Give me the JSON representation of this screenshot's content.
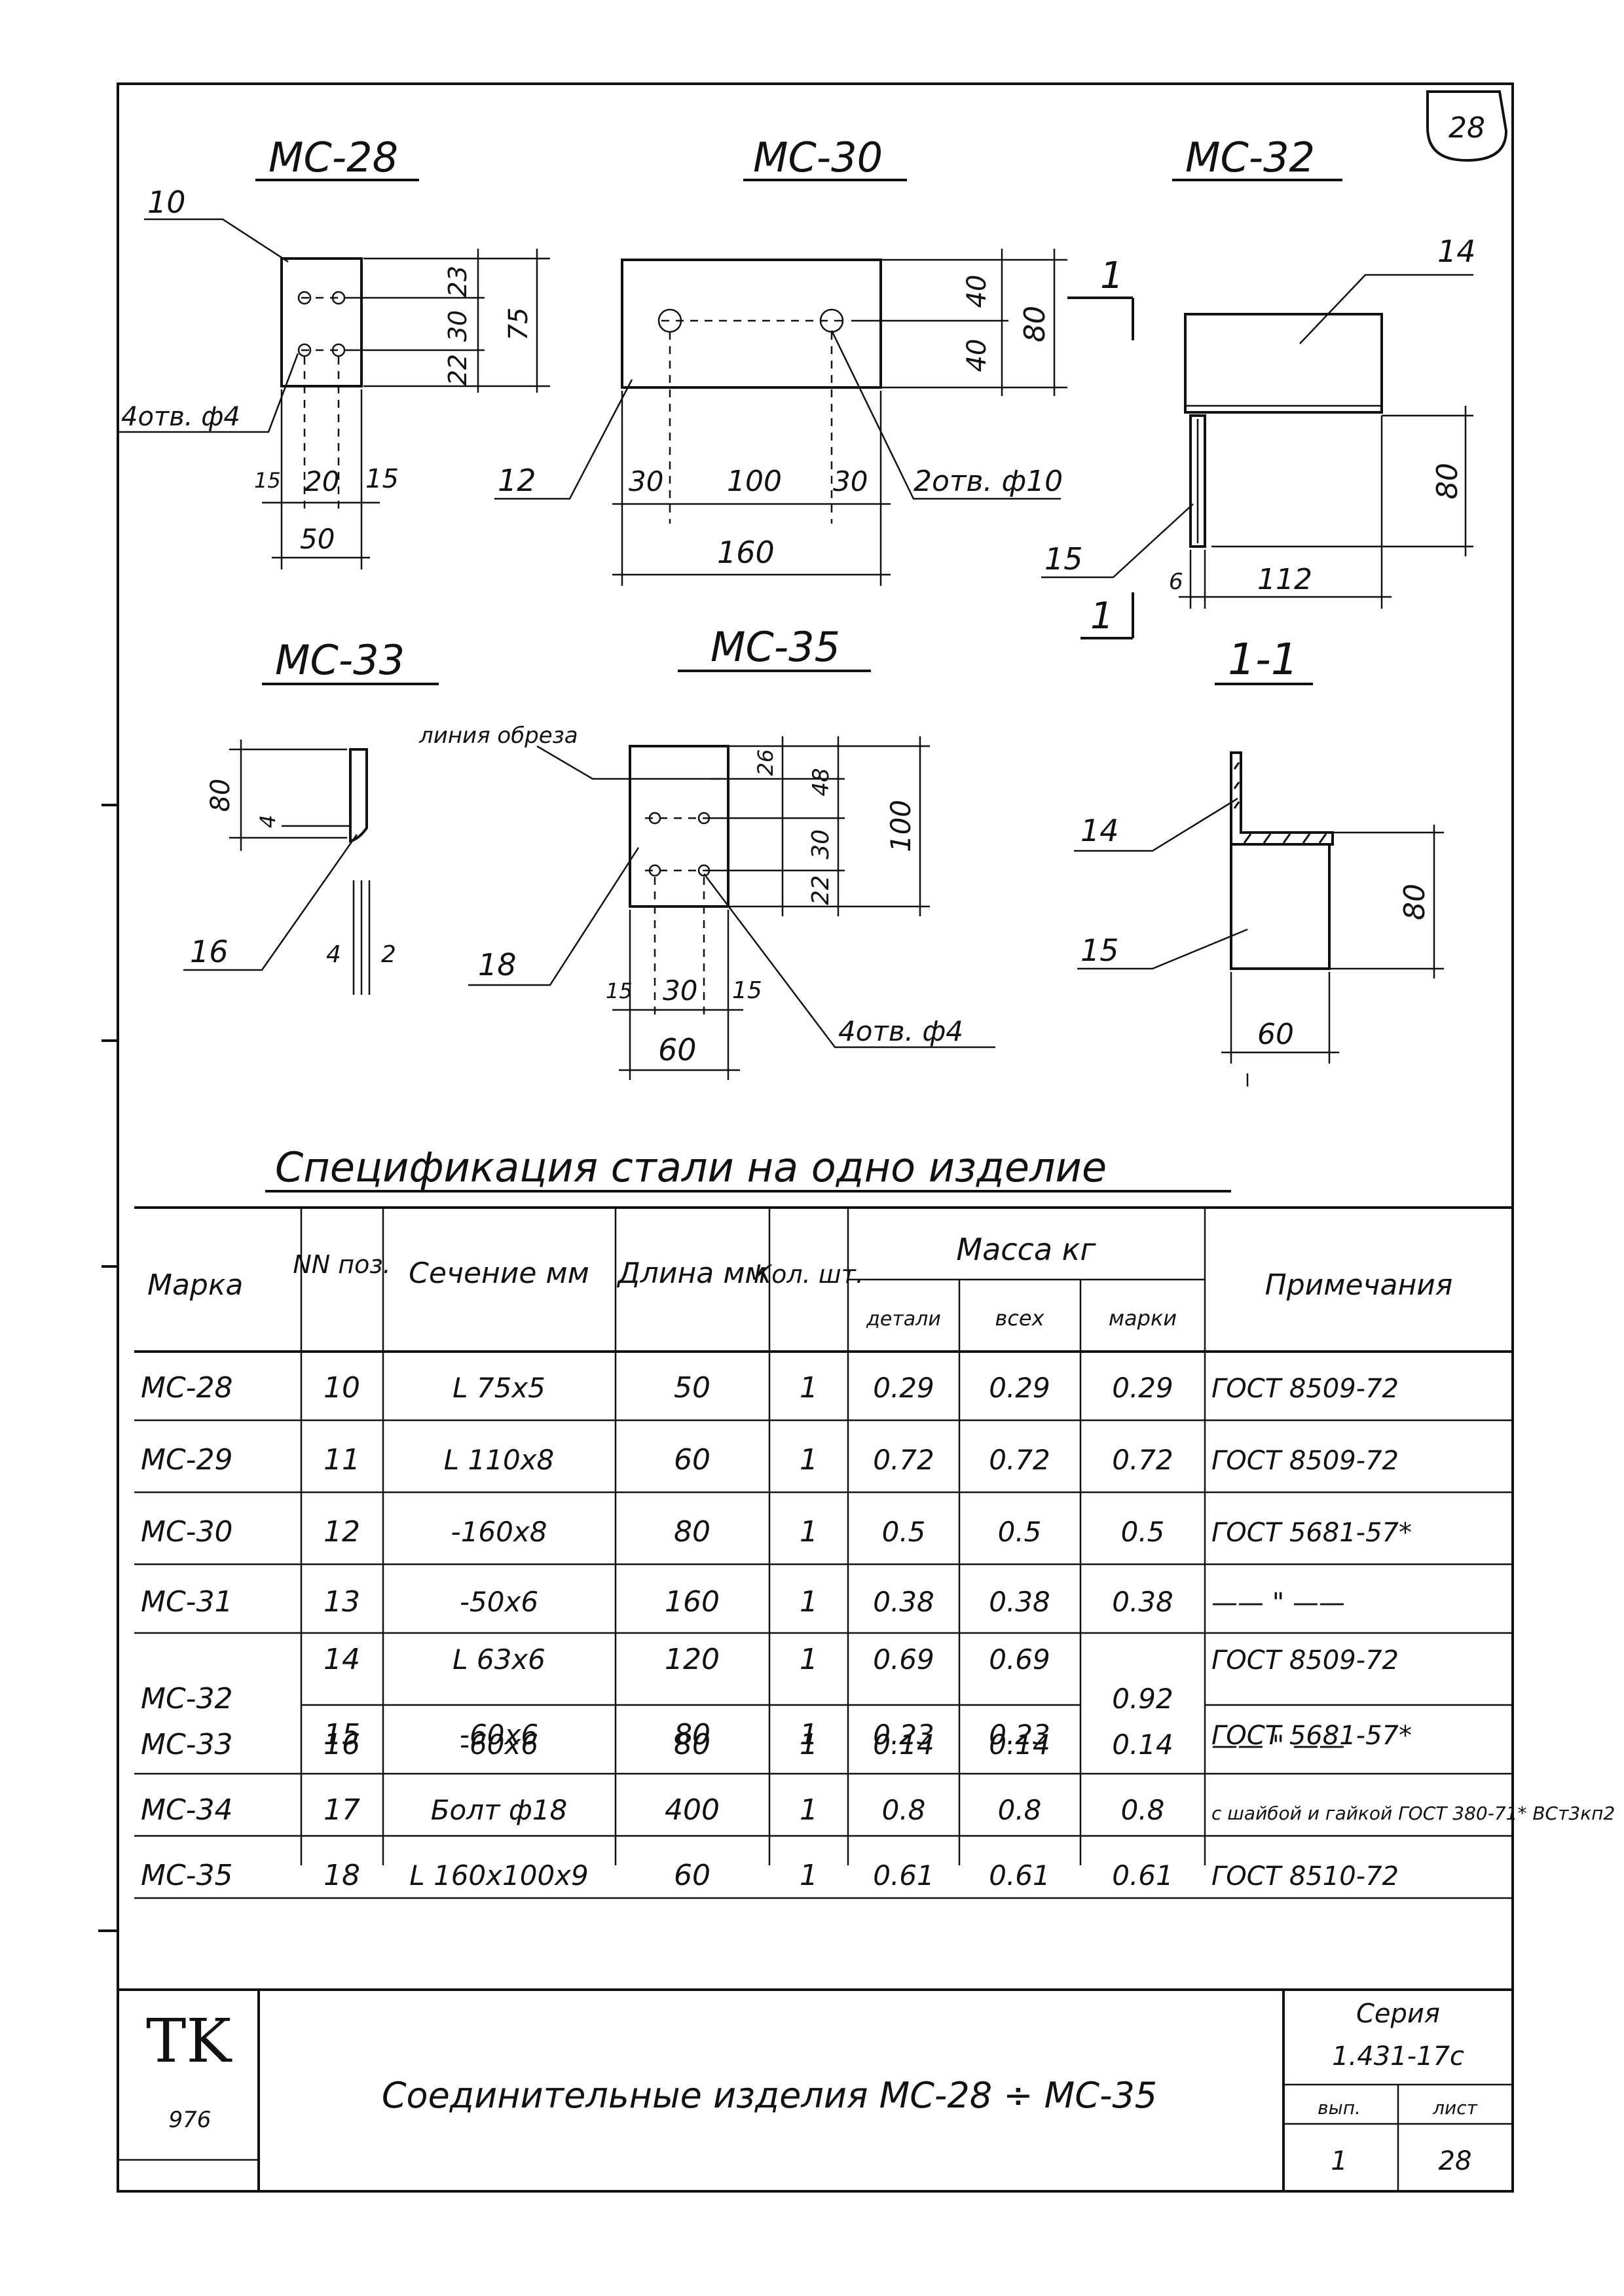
{
  "sheet_number": "28",
  "drawings": {
    "mc28": {
      "title": "MC-28",
      "part": "10",
      "holes": "4отв. ф4",
      "dim_23": "23",
      "dim_30": "30",
      "dim_22": "22",
      "dim_75": "75",
      "dim_15a": "15",
      "dim_20": "20",
      "dim_15b": "15",
      "dim_50": "50"
    },
    "mc30": {
      "title": "MC-30",
      "part": "12",
      "holes": "2отв. ф10",
      "dim_40a": "40",
      "dim_40b": "40",
      "dim_80": "80",
      "dim_30a": "30",
      "dim_100": "100",
      "dim_30b": "30",
      "dim_160": "160"
    },
    "mc32": {
      "title": "MC-32",
      "part_top": "14",
      "part_side": "15",
      "dim_80": "80",
      "dim_6": "6",
      "dim_112": "112",
      "section_mark_top": "1",
      "section_mark_bottom": "1"
    },
    "mc33": {
      "title": "MC-33",
      "part": "16",
      "dim_80": "80",
      "dim_4a": "4",
      "dim_4b": "4",
      "dim_2": "2"
    },
    "mc35": {
      "title": "MC-35",
      "cut_line": "линия обреза",
      "part": "18",
      "holes": "4отв. ф4",
      "dim_26": "26",
      "dim_48": "48",
      "dim_30": "30",
      "dim_22": "22",
      "dim_100": "100",
      "dim_15a": "15",
      "dim_30b": "30",
      "dim_15b": "15",
      "dim_60": "60"
    },
    "section11": {
      "title": "1-1",
      "part_top": "14",
      "part_side": "15",
      "dim_80": "80",
      "dim_60": "60"
    }
  },
  "spec": {
    "title": "Спецификация стали на одно изделие",
    "headers": {
      "mark": "Марка",
      "pos": "NN поз.",
      "section": "Сечение мм",
      "length": "Длина мм",
      "qty": "Кол. шт.",
      "mass": "Масса кг",
      "mass_detail": "детали",
      "mass_all": "всех",
      "mass_mark": "марки",
      "note": "Примечания"
    },
    "rows": [
      {
        "mark": "MC-28",
        "pos": "10",
        "section": "L 75x5",
        "length": "50",
        "qty": "1",
        "detail": "0.29",
        "all": "0.29",
        "markm": "0.29",
        "note": "ГОСТ 8509-72"
      },
      {
        "mark": "MC-29",
        "pos": "11",
        "section": "L 110x8",
        "length": "60",
        "qty": "1",
        "detail": "0.72",
        "all": "0.72",
        "markm": "0.72",
        "note": "ГОСТ 8509-72"
      },
      {
        "mark": "MC-30",
        "pos": "12",
        "section": "-160x8",
        "length": "80",
        "qty": "1",
        "detail": "0.5",
        "all": "0.5",
        "markm": "0.5",
        "note": "ГОСТ 5681-57*"
      },
      {
        "mark": "MC-31",
        "pos": "13",
        "section": "-50x6",
        "length": "160",
        "qty": "1",
        "detail": "0.38",
        "all": "0.38",
        "markm": "0.38",
        "note": "—— \" ——"
      },
      {
        "mark": "MC-32",
        "pos": "14",
        "section": "L 63x6",
        "length": "120",
        "qty": "1",
        "detail": "0.69",
        "all": "0.69",
        "markm": "0.92",
        "note": "ГОСТ 8509-72"
      },
      {
        "mark": "",
        "pos": "15",
        "section": "-60x6",
        "length": "80",
        "qty": "1",
        "detail": "0.23",
        "all": "0.23",
        "markm": "",
        "note": "ГОСТ 5681-57*"
      },
      {
        "mark": "MC-33",
        "pos": "16",
        "section": "-60x6",
        "length": "80",
        "qty": "1",
        "detail": "0.14",
        "all": "0.14",
        "markm": "0.14",
        "note": "—— \" ——"
      },
      {
        "mark": "MC-34",
        "pos": "17",
        "section": "Болт ф18",
        "length": "400",
        "qty": "1",
        "detail": "0.8",
        "all": "0.8",
        "markm": "0.8",
        "note": "с шайбой и гайкой ГОСТ 380-71* ВСт3кп2"
      },
      {
        "mark": "MC-35",
        "pos": "18",
        "section": "L 160x100x9",
        "length": "60",
        "qty": "1",
        "detail": "0.61",
        "all": "0.61",
        "markm": "0.61",
        "note": "ГОСТ 8510-72"
      }
    ]
  },
  "title_block": {
    "logo": "TK",
    "logo_sub": "976",
    "name": "Соединительные изделия MC-28 ÷ MC-35",
    "series_label": "Серия",
    "series": "1.431-17с",
    "issue_label": "вып.",
    "sheet_label": "лист",
    "issue": "1",
    "sheet": "28"
  }
}
